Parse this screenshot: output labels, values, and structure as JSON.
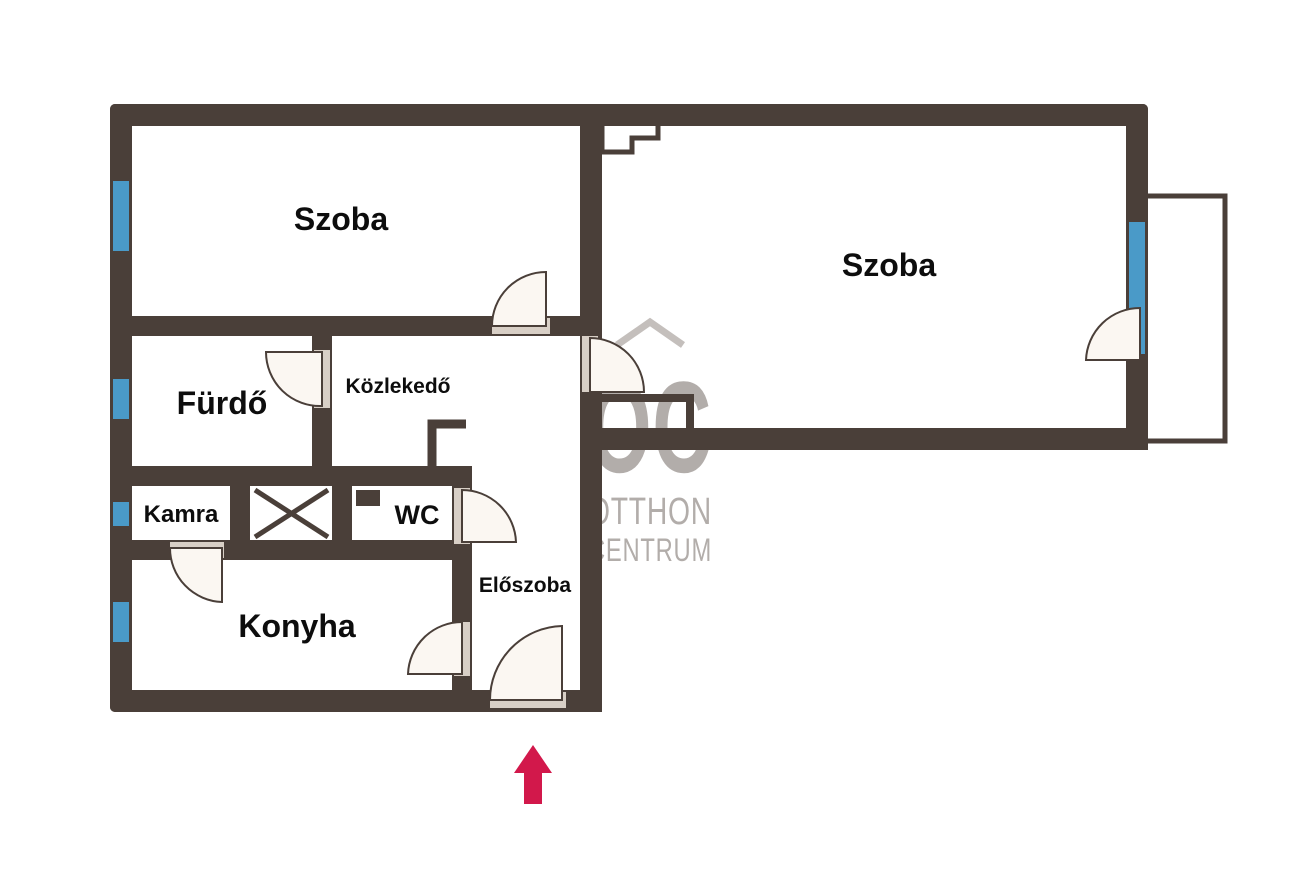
{
  "rooms": {
    "szoba_left": "Szoba",
    "szoba_right": "Szoba",
    "furdo": "Fürdő",
    "kozlekedo": "Közlekedő",
    "kamra": "Kamra",
    "wc": "WC",
    "konyha": "Konyha",
    "eloszoba": "Előszoba"
  },
  "watermark": {
    "monogram": "OC",
    "line1": "OTTHON",
    "line2": "CENTRUM"
  },
  "colors": {
    "wall": "#4a3f39",
    "window": "#4a9ac8",
    "entrance_arrow": "#d2184b",
    "watermark": "#b2adaa"
  },
  "icons": {
    "entrance": "entrance-arrow-icon",
    "storage": "cross-hatch-storage-icon"
  }
}
